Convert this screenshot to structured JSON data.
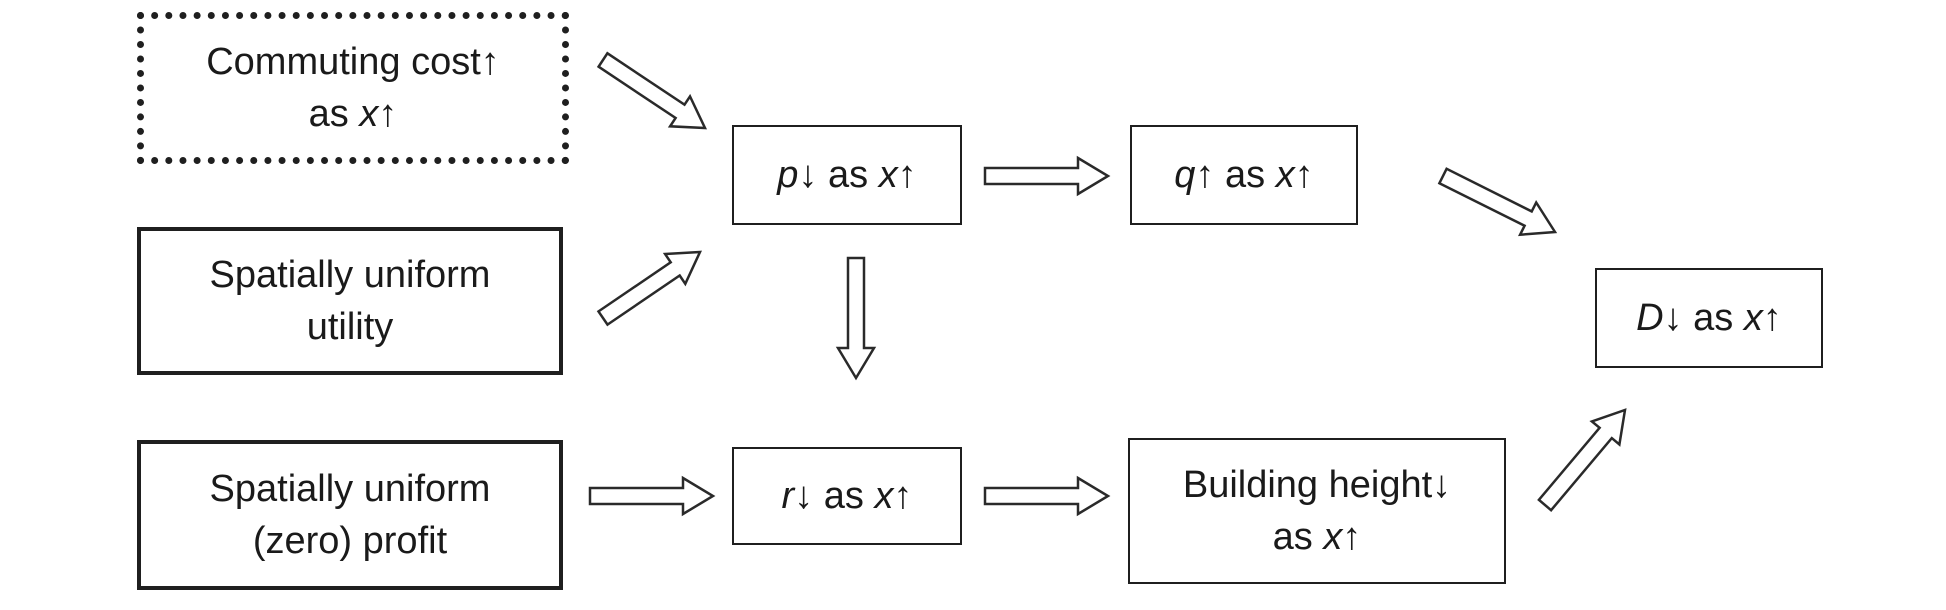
{
  "diagram": {
    "nodes": {
      "commuting": {
        "line1": "Commuting cost↑",
        "line2_var": "x",
        "line2_prefix": "as ",
        "line2_suffix": "↑"
      },
      "utility": {
        "line1": "Spatially uniform",
        "line2": "utility"
      },
      "profit": {
        "line1": "Spatially uniform",
        "line2": "(zero) profit"
      },
      "p": {
        "var": "p",
        "mid": "↓ as ",
        "var2": "x",
        "end": "↑"
      },
      "q": {
        "var": "q",
        "mid": "↑ as ",
        "var2": "x",
        "end": "↑"
      },
      "r": {
        "var": "r",
        "mid": "↓ as ",
        "var2": "x",
        "end": "↑"
      },
      "building": {
        "line1": "Building height↓",
        "line2_prefix": "as ",
        "line2_var": "x",
        "line2_suffix": "↑"
      },
      "D": {
        "var": "D",
        "mid": "↓ as ",
        "var2": "x",
        "end": "↑"
      }
    },
    "edges": [
      {
        "from": "commuting",
        "to": "p"
      },
      {
        "from": "utility",
        "to": "p"
      },
      {
        "from": "p",
        "to": "q"
      },
      {
        "from": "p",
        "to": "r"
      },
      {
        "from": "profit",
        "to": "r"
      },
      {
        "from": "r",
        "to": "building"
      },
      {
        "from": "q",
        "to": "D"
      },
      {
        "from": "building",
        "to": "D"
      }
    ]
  }
}
